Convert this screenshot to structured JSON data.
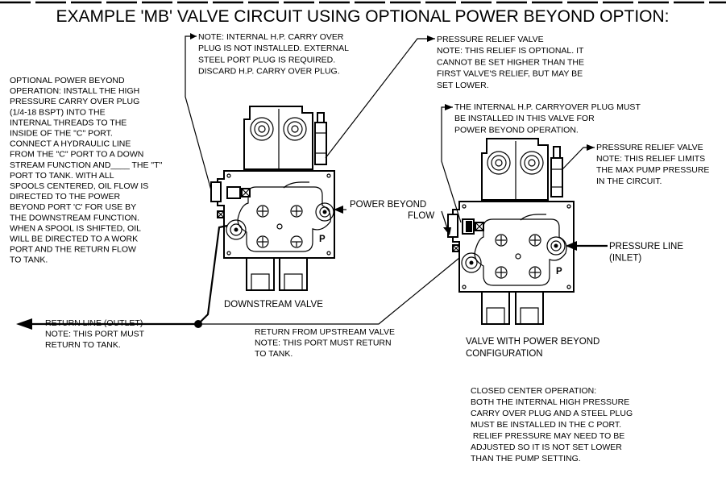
{
  "title": "EXAMPLE 'MB' VALVE CIRCUIT USING OPTIONAL POWER BEYOND OPTION:",
  "notes": {
    "power_beyond_operation": [
      "OPTIONAL POWER BEYOND",
      "OPERATION:  INSTALL THE HIGH",
      "PRESSURE CARRY OVER PLUG",
      "(1/4-18 BSPT) INTO THE",
      "INTERNAL THREADS TO THE",
      "INSIDE OF THE \"C\" PORT.",
      "CONNECT A HYDRAULIC LINE",
      "FROM THE \"C\" PORT TO A DOWN",
      "STREAM FUNCTION AND____ THE \"T\"",
      "PORT TO TANK.  WITH ALL",
      "SPOOLS CENTERED, OIL FLOW IS",
      "DIRECTED TO THE POWER",
      "BEYOND PORT 'C' FOR USE BY",
      "THE DOWNSTREAM FUNCTION.",
      "WHEN A SPOOL IS SHIFTED, OIL",
      "WILL BE DIRECTED TO A WORK",
      "PORT AND THE RETURN FLOW",
      "TO TANK."
    ],
    "carry_over_not_installed": [
      "NOTE: INTERNAL H.P. CARRY OVER",
      "PLUG IS NOT INSTALLED. EXTERNAL",
      "STEEL PORT PLUG IS REQUIRED.",
      "DISCARD H.P. CARRY OVER PLUG."
    ],
    "relief_optional": [
      "PRESSURE RELIEF VALVE",
      "NOTE: THIS RELIEF IS OPTIONAL. IT",
      "CANNOT BE SET HIGHER THAN THE",
      "FIRST VALVE'S RELIEF, BUT MAY BE",
      "SET LOWER."
    ],
    "carry_over_must_install": [
      "THE INTERNAL H.P. CARRYOVER PLUG MUST",
      "BE INSTALLED IN THIS VALVE FOR",
      "POWER BEYOND OPERATION."
    ],
    "relief_limits": [
      "PRESSURE RELIEF VALVE",
      "NOTE: THIS RELIEF LIMITS",
      "THE MAX PUMP PRESSURE",
      "IN THE CIRCUIT."
    ],
    "return_line": [
      "RETURN LINE (OUTLET)",
      "NOTE: THIS PORT MUST",
      "RETURN TO TANK."
    ],
    "return_upstream": [
      "RETURN FROM UPSTREAM VALVE",
      "NOTE: THIS PORT MUST RETURN",
      "TO TANK."
    ],
    "closed_center": [
      "CLOSED CENTER OPERATION:",
      "BOTH THE INTERNAL HIGH PRESSURE",
      "CARRY OVER PLUG AND A STEEL PLUG",
      "MUST BE INSTALLED IN THE C PORT.",
      " RELIEF PRESSURE MAY NEED TO BE",
      "ADJUSTED SO IT IS NOT SET LOWER",
      "THAN THE PUMP SETTING."
    ]
  },
  "labels": {
    "power_beyond_flow": [
      "POWER BEYOND",
      "FLOW"
    ],
    "downstream_valve": "DOWNSTREAM VALVE",
    "pressure_line": [
      "PRESSURE LINE",
      "(INLET)"
    ],
    "valve_with_power_beyond": [
      "VALVE WITH POWER BEYOND",
      "CONFIGURATION"
    ],
    "port_marker": "P"
  }
}
